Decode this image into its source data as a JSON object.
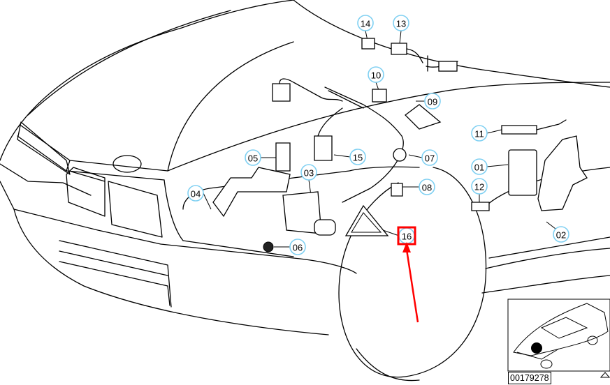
{
  "diagram": {
    "callouts": [
      "14",
      "13",
      "10",
      "09",
      "11",
      "05",
      "15",
      "07",
      "03",
      "01",
      "04",
      "08",
      "12",
      "16",
      "06",
      "02"
    ],
    "highlighted_callout": "16",
    "highlight_color": "#ff0000",
    "callout_ring_color": "#7fd0f2",
    "part_number": "00179278"
  }
}
